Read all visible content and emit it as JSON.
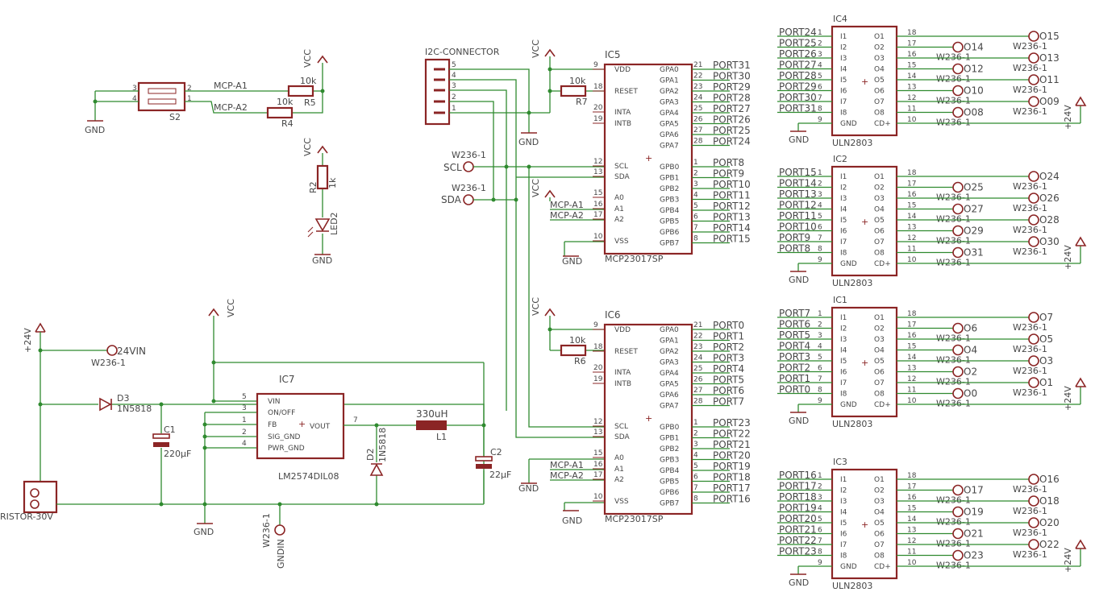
{
  "colors": {
    "wire": "#2f8a2f",
    "part": "#8b2525",
    "text": "#474747",
    "background": "#ffffff"
  },
  "power": {
    "gnd": "GND",
    "vcc": "VCC",
    "v24": "+24V",
    "gndin": "GNDIN",
    "v24in": "24VIN"
  },
  "pad": "W236-1",
  "passives": {
    "r5": {
      "name": "R5",
      "value": "10k"
    },
    "r4": {
      "name": "R4",
      "value": "10k"
    },
    "r2": {
      "name": "R2",
      "value": "1k"
    },
    "r7": {
      "name": "R7",
      "value": "10k"
    },
    "r6": {
      "name": "R6",
      "value": "10k"
    },
    "led2": "LED2",
    "s2": "S2",
    "d3": {
      "name": "D3",
      "value": "1N5818"
    },
    "d2": {
      "name": "D2",
      "value": "1N5818"
    },
    "c1": {
      "name": "C1",
      "value": "220µF"
    },
    "c2": {
      "name": "C2",
      "value": "22µF"
    },
    "l1": {
      "name": "L1",
      "value": "330uH"
    },
    "x1": "RISTOR-30V"
  },
  "nets": {
    "mcp_a1": "MCP-A1",
    "mcp_a2": "MCP-A2",
    "scl": "SCL",
    "sda": "SDA"
  },
  "i2c": {
    "title": "I2C-CONNECTOR",
    "pins": [
      "5",
      "4",
      "3",
      "2",
      "1"
    ]
  },
  "ic7": {
    "name": "IC7",
    "part": "LM2574DIL08",
    "pins": [
      {
        "n": "5",
        "l": "VIN"
      },
      {
        "n": "3",
        "l": "ON/OFF"
      },
      {
        "n": "1",
        "l": "FB"
      },
      {
        "n": "2",
        "l": "SIG_GND"
      },
      {
        "n": "4",
        "l": "PWR_GND"
      }
    ],
    "out": {
      "n": "7",
      "l": "VOUT"
    }
  },
  "mcp": {
    "part": "MCP23017SP",
    "left": [
      {
        "n": "9",
        "l": "VDD"
      },
      {
        "n": "18",
        "l": "RESET"
      },
      {
        "n": "20",
        "l": "INTA"
      },
      {
        "n": "19",
        "l": "INTB"
      },
      {
        "n": "12",
        "l": "SCL"
      },
      {
        "n": "13",
        "l": "SDA"
      },
      {
        "n": "15",
        "l": "A0"
      },
      {
        "n": "16",
        "l": "A1"
      },
      {
        "n": "17",
        "l": "A2"
      },
      {
        "n": "10",
        "l": "VSS"
      }
    ],
    "right": [
      "GPA0",
      "GPA1",
      "GPA2",
      "GPA3",
      "GPA4",
      "GPA5",
      "GPA6",
      "GPA7",
      "GPB0",
      "GPB1",
      "GPB2",
      "GPB3",
      "GPB4",
      "GPB5",
      "GPB6",
      "GPB7"
    ],
    "rnums": [
      "21",
      "22",
      "23",
      "24",
      "25",
      "26",
      "27",
      "28",
      "1",
      "2",
      "3",
      "4",
      "5",
      "6",
      "7",
      "8"
    ],
    "ic5": {
      "name": "IC5",
      "ports": [
        "PORT31",
        "PORT30",
        "PORT29",
        "PORT28",
        "PORT27",
        "PORT26",
        "PORT25",
        "PORT24",
        "PORT8",
        "PORT9",
        "PORT10",
        "PORT11",
        "PORT12",
        "PORT13",
        "PORT14",
        "PORT15"
      ]
    },
    "ic6": {
      "name": "IC6",
      "ports": [
        "PORT0",
        "PORT1",
        "PORT2",
        "PORT3",
        "PORT4",
        "PORT5",
        "PORT6",
        "PORT7",
        "PORT23",
        "PORT22",
        "PORT21",
        "PORT20",
        "PORT19",
        "PORT18",
        "PORT17",
        "PORT16"
      ]
    }
  },
  "uln": {
    "part": "ULN2803",
    "left": [
      "I1",
      "I2",
      "I3",
      "I4",
      "I5",
      "I6",
      "I7",
      "I8",
      "GND"
    ],
    "lnums": [
      "1",
      "2",
      "3",
      "4",
      "5",
      "6",
      "7",
      "8",
      "9"
    ],
    "right": [
      "O1",
      "O2",
      "O3",
      "O4",
      "O5",
      "O6",
      "O7",
      "O8",
      "CD+"
    ],
    "rnums": [
      "18",
      "17",
      "16",
      "15",
      "14",
      "13",
      "12",
      "11",
      "10"
    ],
    "chips": [
      {
        "name": "IC4",
        "ports": [
          "PORT24",
          "PORT25",
          "PORT26",
          "PORT27",
          "PORT28",
          "PORT29",
          "PORT30",
          "PORT31"
        ],
        "outs": [
          "O15",
          "O14",
          "O13",
          "O12",
          "O11",
          "O10",
          "O09",
          "O08"
        ]
      },
      {
        "name": "IC2",
        "ports": [
          "PORT15",
          "PORT14",
          "PORT13",
          "PORT12",
          "PORT11",
          "PORT10",
          "PORT9",
          "PORT8"
        ],
        "outs": [
          "O24",
          "O25",
          "O26",
          "O27",
          "O28",
          "O29",
          "O30",
          "O31"
        ]
      },
      {
        "name": "IC1",
        "ports": [
          "PORT7",
          "PORT6",
          "PORT5",
          "PORT4",
          "PORT3",
          "PORT2",
          "PORT1",
          "PORT0"
        ],
        "outs": [
          "O7",
          "O6",
          "O5",
          "O4",
          "O3",
          "O2",
          "O1",
          "O0"
        ]
      },
      {
        "name": "IC3",
        "ports": [
          "PORT16",
          "PORT17",
          "PORT18",
          "PORT19",
          "PORT20",
          "PORT21",
          "PORT22",
          "PORT23"
        ],
        "outs": [
          "O16",
          "O17",
          "O18",
          "O19",
          "O20",
          "O21",
          "O22",
          "O23"
        ]
      }
    ]
  }
}
